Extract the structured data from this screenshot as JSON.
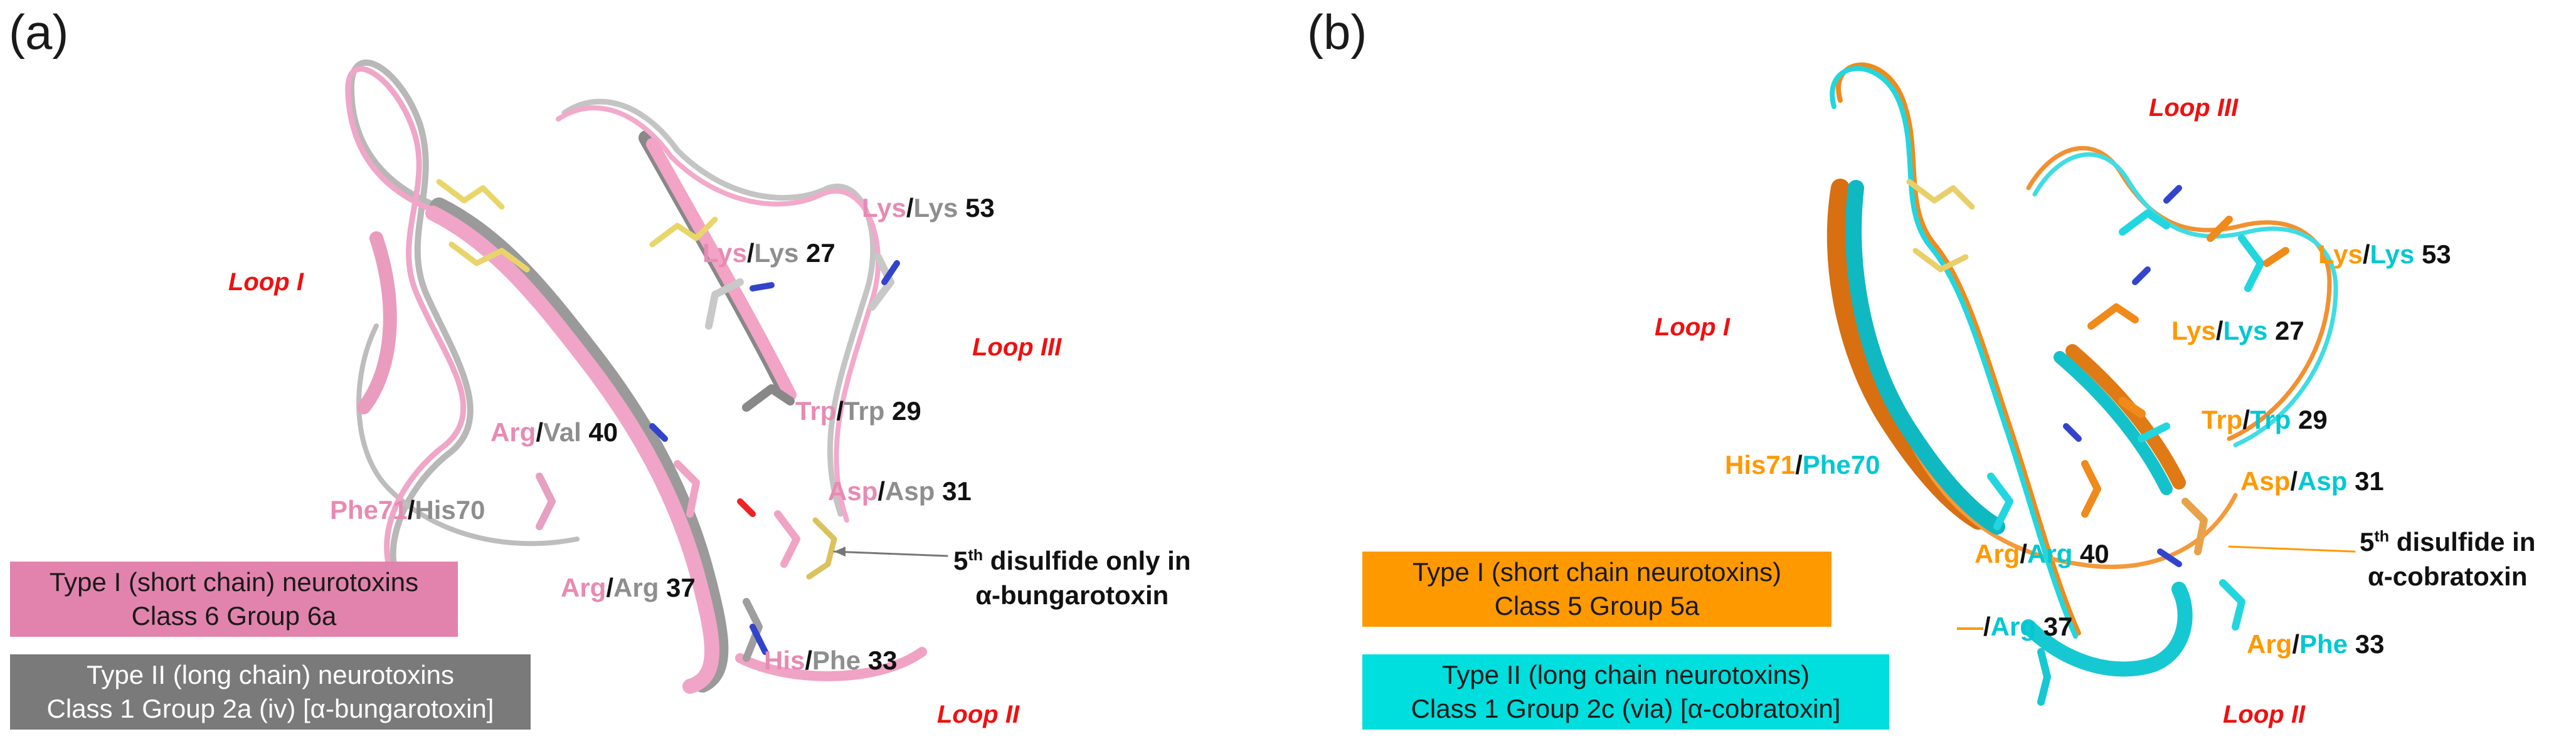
{
  "panels": [
    {
      "label": "(a)",
      "loops": {
        "loop1": "Loop I",
        "loop2": "Loop II",
        "loop3": "Loop III"
      },
      "residues": {
        "lys53": {
          "a": "Lys",
          "b": "Lys",
          "num": "53"
        },
        "lys27": {
          "a": "Lys",
          "b": "Lys",
          "num": "27"
        },
        "trp29": {
          "a": "Trp",
          "b": "Trp",
          "num": "29"
        },
        "arg40": {
          "a": "Arg",
          "b": "Val",
          "num": "40"
        },
        "asp31": {
          "a": "Asp",
          "b": "Asp",
          "num": "31"
        },
        "phe71": {
          "a": "Phe71",
          "b": "His70",
          "num": ""
        },
        "arg37": {
          "a": "Arg",
          "b": "Arg",
          "num": "37"
        },
        "his33": {
          "a": "His",
          "b": "Phe",
          "num": "33"
        }
      },
      "note": {
        "line1": "5th disulfide only in",
        "line2": "α-bungarotoxin",
        "sup": "th"
      },
      "legend": [
        {
          "line1": "Type I (short chain) neurotoxins",
          "line2": "Class 6 Group 6a"
        },
        {
          "line1": "Type II (long chain) neurotoxins",
          "line2": "Class 1 Group 2a (iv) [α-bungarotoxin]"
        }
      ],
      "colors": {
        "type1": "#e88ab4",
        "type2": "#8e8e8e",
        "legend1_bg": "#e283ad",
        "legend2_bg": "#7a7a7a"
      }
    },
    {
      "label": "(b)",
      "loops": {
        "loop1": "Loop I",
        "loop2": "Loop II",
        "loop3": "Loop III"
      },
      "residues": {
        "lys53": {
          "a": "Lys",
          "b": "Lys",
          "num": "53"
        },
        "lys27": {
          "a": "Lys",
          "b": "Lys",
          "num": "27"
        },
        "trp29": {
          "a": "Trp",
          "b": "Trp",
          "num": "29"
        },
        "his71": {
          "a": "His71",
          "b": "Phe70",
          "num": ""
        },
        "asp31": {
          "a": "Asp",
          "b": "Asp",
          "num": "31"
        },
        "arg40": {
          "a": "Arg",
          "b": "Arg",
          "num": "40"
        },
        "arg37": {
          "a": "—",
          "b": "Arg",
          "num": "37"
        },
        "arg33": {
          "a": "Arg",
          "b": "Phe",
          "num": "33"
        }
      },
      "note": {
        "line1": "5th disulfide in",
        "line2": "α-cobratoxin",
        "sup": "th"
      },
      "legend": [
        {
          "line1": "Type I (short chain neurotoxins)",
          "line2": "Class 5 Group 5a"
        },
        {
          "line1": "Type II (long chain neurotoxins)",
          "line2": "Class 1 Group 2c (via) [α-cobratoxin]"
        }
      ],
      "colors": {
        "type1": "#ff9900",
        "type2": "#00d0d8",
        "legend1_bg": "#ff9900",
        "legend2_bg": "#00dede"
      }
    }
  ]
}
